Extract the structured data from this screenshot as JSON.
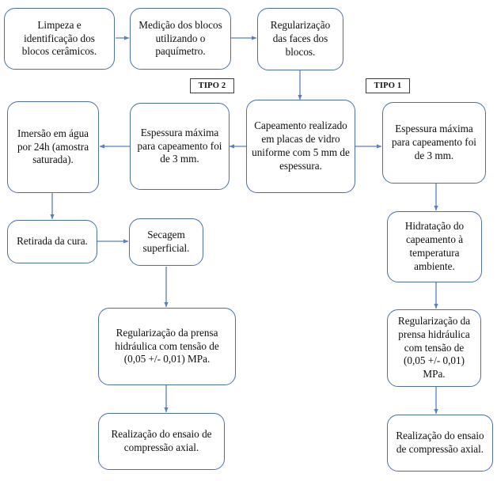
{
  "diagram": {
    "title": "Fluxograma do ensaio de compressao axial em blocos ceramicos",
    "accent_color": "#4a6fa5",
    "arrow_color": "#5b7fbd",
    "tag_border_color": "#3d3d3d",
    "background": "#ffffff"
  },
  "tags": [
    {
      "id": "tipo2",
      "label": "TIPO 2"
    },
    {
      "id": "tipo1",
      "label": "TIPO 1"
    }
  ],
  "nodes": [
    {
      "id": "limpeza",
      "text": "Limpeza e identificação dos blocos cerâmicos."
    },
    {
      "id": "medicao",
      "text": "Medição dos blocos utilizando o paquímetro."
    },
    {
      "id": "regularizacao",
      "text": "Regularização das faces dos blocos."
    },
    {
      "id": "capeamento",
      "text": "Capeamento realizado em placas de vidro uniforme com 5 mm de espessura."
    },
    {
      "id": "espessura2",
      "text": "Espessura máxima para capeamento foi de 3 mm."
    },
    {
      "id": "imersao",
      "text": "Imersão em água por 24h (amostra saturada)."
    },
    {
      "id": "retirada",
      "text": "Retirada da cura."
    },
    {
      "id": "secagem",
      "text": "Secagem superficial."
    },
    {
      "id": "prensa2",
      "text": "Regularização da prensa hidráulica com tensão de (0,05 +/- 0,01) MPa."
    },
    {
      "id": "ensaio2",
      "text": "Realização do ensaio de compressão axial."
    },
    {
      "id": "espessura1",
      "text": "Espessura máxima para capeamento foi de 3 mm."
    },
    {
      "id": "hidratacao",
      "text": "Hidratação do capeamento à temperatura ambiente."
    },
    {
      "id": "prensa1",
      "text": "Regularização da prensa hidráulica com tensão de (0,05 +/- 0,01) MPa."
    },
    {
      "id": "ensaio1",
      "text": "Realização do ensaio de compressão axial."
    }
  ],
  "edges": [
    {
      "from": "limpeza",
      "to": "medicao",
      "direction": "right"
    },
    {
      "from": "medicao",
      "to": "regularizacao",
      "direction": "right"
    },
    {
      "from": "regularizacao",
      "to": "capeamento",
      "direction": "down"
    },
    {
      "from": "capeamento",
      "to": "espessura2",
      "direction": "left"
    },
    {
      "from": "espessura2",
      "to": "imersao",
      "direction": "left"
    },
    {
      "from": "imersao",
      "to": "retirada",
      "direction": "down"
    },
    {
      "from": "retirada",
      "to": "secagem",
      "direction": "right"
    },
    {
      "from": "secagem",
      "to": "prensa2",
      "direction": "down"
    },
    {
      "from": "prensa2",
      "to": "ensaio2",
      "direction": "down"
    },
    {
      "from": "capeamento",
      "to": "espessura1",
      "direction": "right"
    },
    {
      "from": "espessura1",
      "to": "hidratacao",
      "direction": "down"
    },
    {
      "from": "hidratacao",
      "to": "prensa1",
      "direction": "down"
    },
    {
      "from": "prensa1",
      "to": "ensaio1",
      "direction": "down"
    }
  ]
}
